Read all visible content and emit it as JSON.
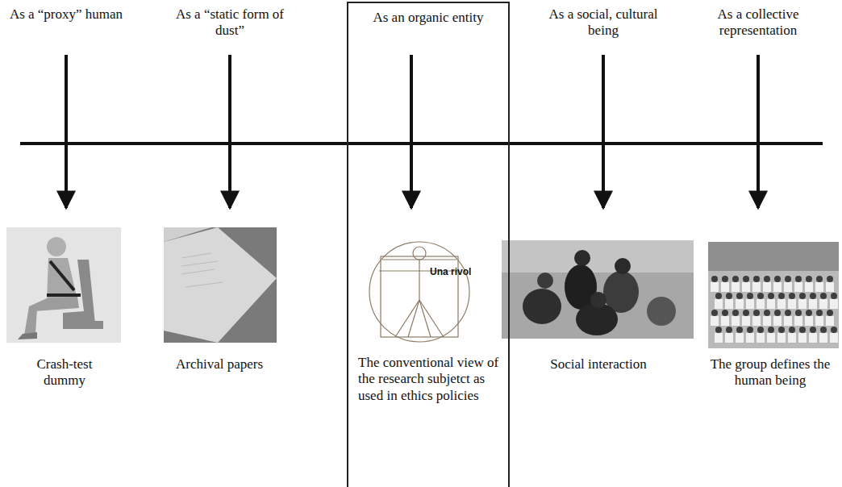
{
  "diagram": {
    "nodes": [
      {
        "text": [
          "As an organic entity",
          "The conventional view of the research subjetct as used in ethics policies"
        ]
      }
    ],
    "labels": [
      "As a “proxy” human",
      "As a “static form of dust”",
      "As a social, cultural being",
      "As a collective representation",
      "Crash-test dummy",
      "Archival papers",
      "Social interaction",
      "The group defines the human being",
      "Una rivol"
    ]
  }
}
